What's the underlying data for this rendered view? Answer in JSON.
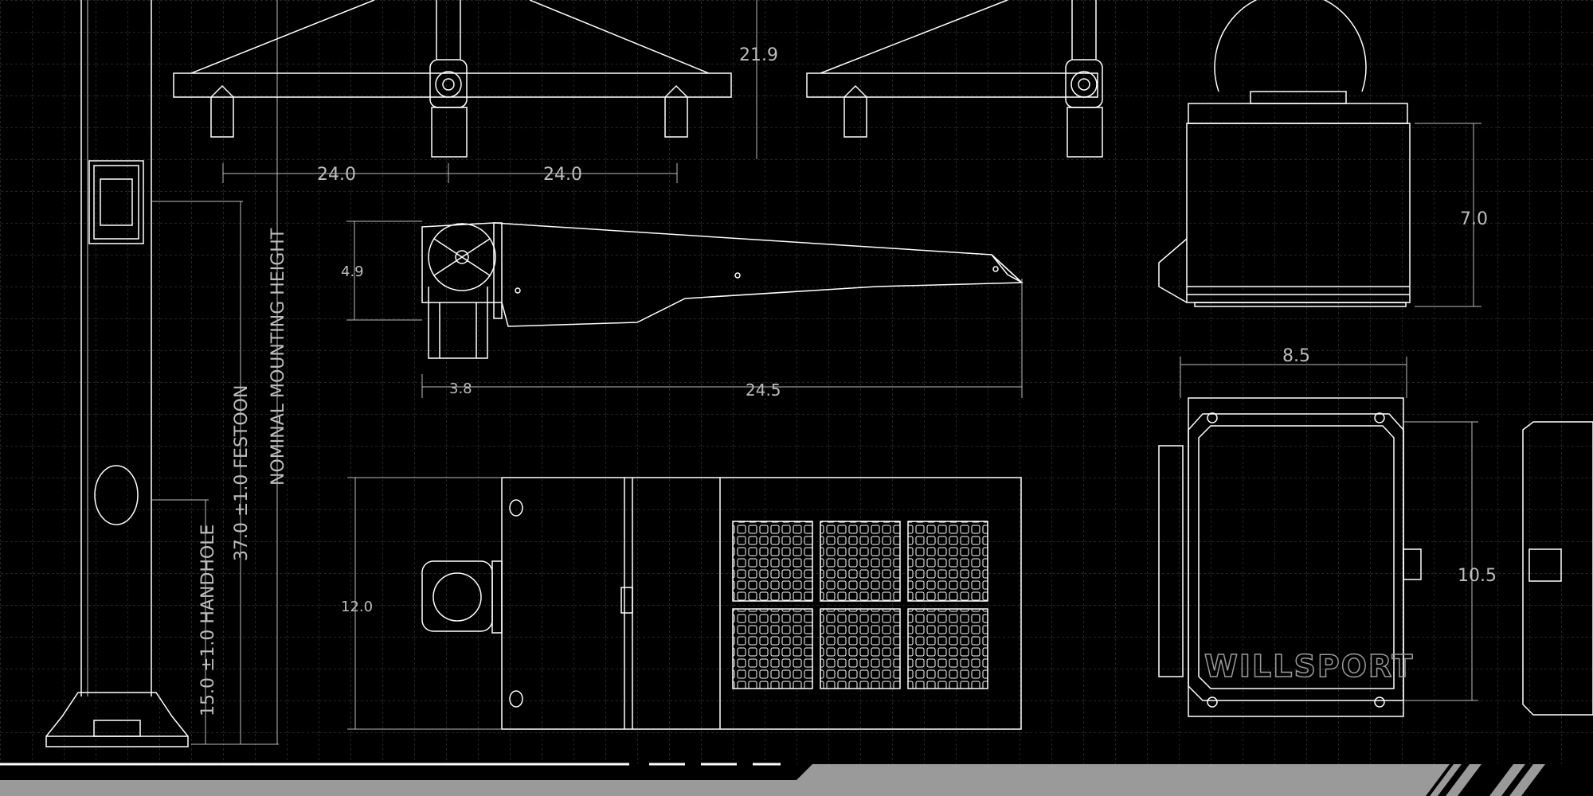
{
  "drawing": {
    "labels": {
      "dim_top_overall": "21.9",
      "dim_arm_left": "24.0",
      "dim_arm_right": "24.0",
      "dim_fixture_height": "4.9",
      "dim_fixture_mount": "3.8",
      "dim_fixture_length": "24.5",
      "dim_fixture_width": "12.0",
      "dim_mounting_height": "NOMINAL MOUNTING HEIGHT",
      "dim_festoon": "37.0 ±1.0 FESTOON",
      "dim_handhole": "15.0 ±1.0 HANDHOLE",
      "dim_box_depth": "7.0",
      "dim_box_width": "8.5",
      "dim_box_height": "10.5",
      "brand_logo": "WILLSPORT"
    }
  },
  "colors": {
    "background": "#000000",
    "linework": "#ffffff",
    "grid": "#4a4a4a",
    "dimension_text": "#bdbdbd",
    "footer_band": "#9a9a9a"
  }
}
